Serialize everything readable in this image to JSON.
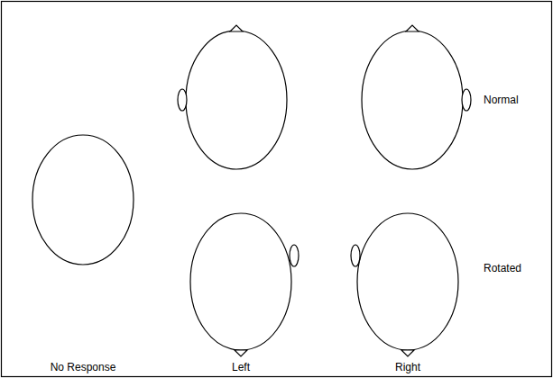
{
  "diagram": {
    "labels": [
      "Normal",
      "Rotated",
      "No Response",
      "Left",
      "Right"
    ]
  }
}
